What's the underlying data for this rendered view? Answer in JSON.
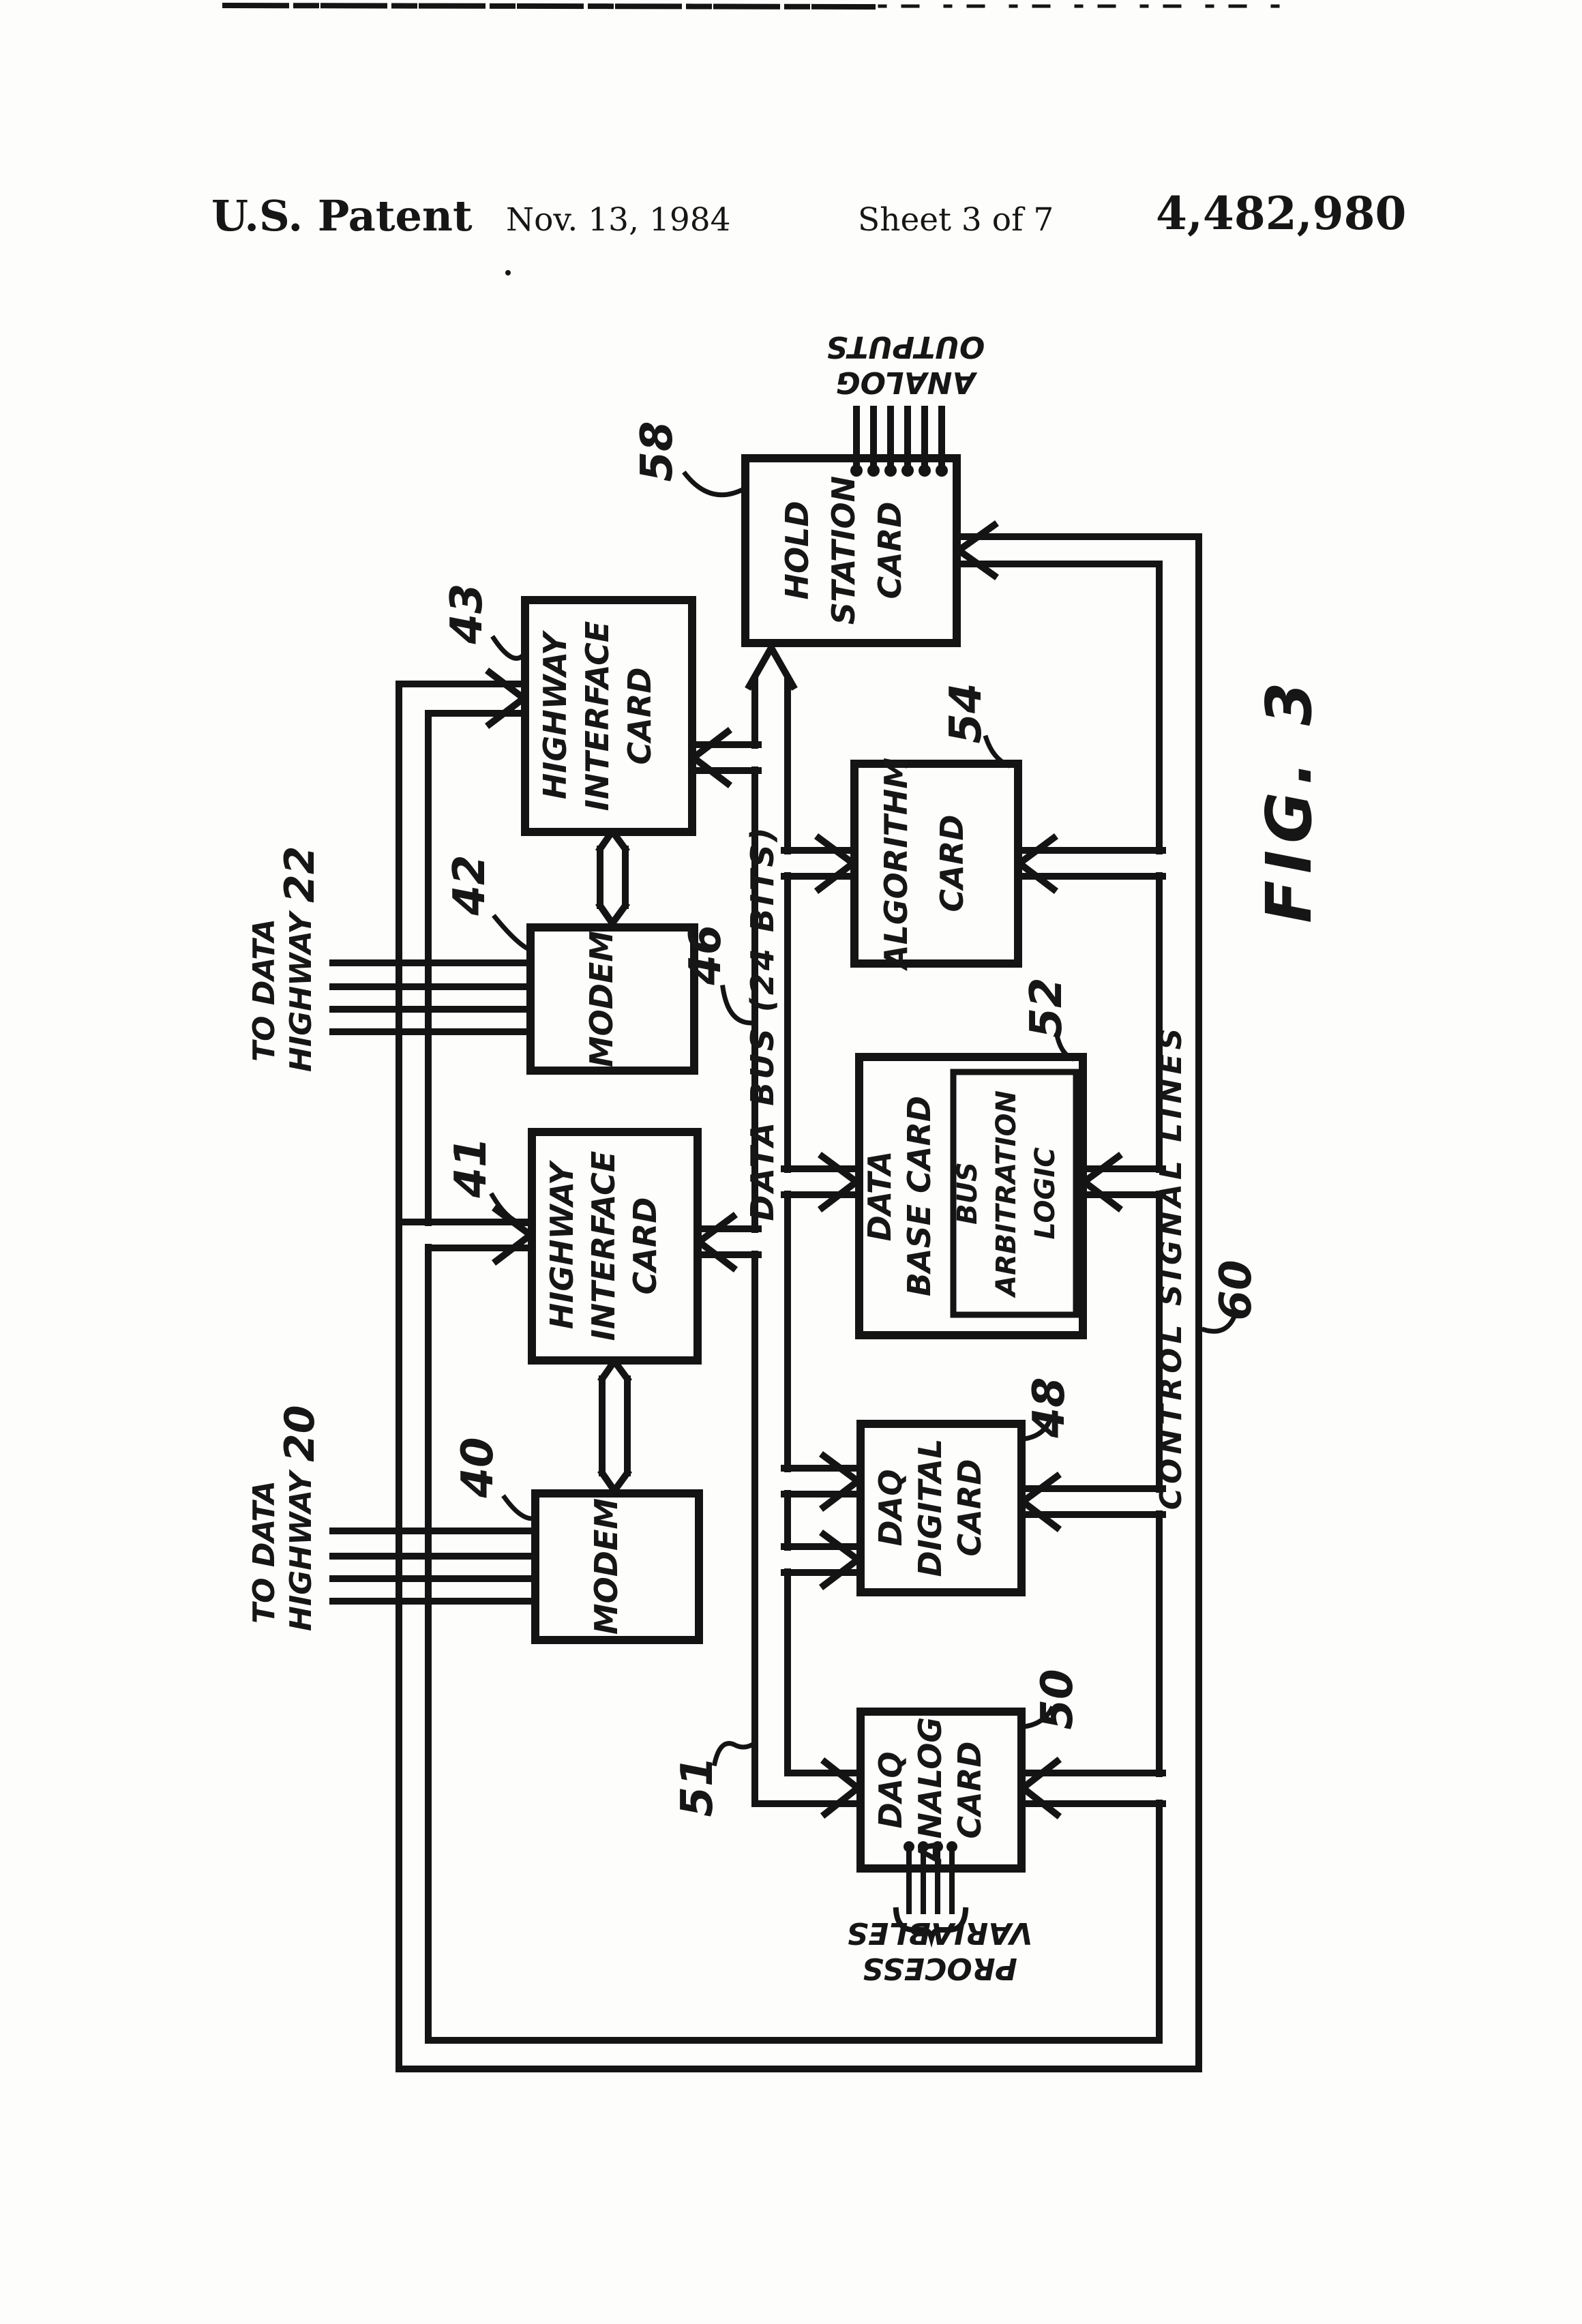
{
  "header": {
    "title": "U.S. Patent",
    "date": "Nov. 13, 1984",
    "sheet": "Sheet 3 of 7",
    "patent_number": "4,482,980"
  },
  "figure": {
    "label": "FIG. 3"
  },
  "buses": {
    "data_bus_label": "DATA BUS (24 BITS)",
    "control_label": "CONTROL SIGNAL LINES"
  },
  "io": {
    "analog_line1": "ANALOG",
    "analog_line2": "OUTPUTS",
    "process_line1": "PROCESS",
    "process_line2": "VARIABLES",
    "hw22_line1": "TO DATA",
    "hw22_line2": "HIGHWAY",
    "hw22_num": "22",
    "hw20_line1": "TO DATA",
    "hw20_line2": "HIGHWAY",
    "hw20_num": "20"
  },
  "refs": {
    "r58": "58",
    "r43": "43",
    "r42": "42",
    "r54": "54",
    "r46": "46",
    "r52": "52",
    "r41": "41",
    "r40": "40",
    "r48": "48",
    "r50": "50",
    "r51": "51",
    "r60": "60"
  },
  "boxes": {
    "hold_station": {
      "l1": "HOLD",
      "l2": "STATION",
      "l3": "CARD"
    },
    "hic_top": {
      "l1": "HIGHWAY",
      "l2": "INTERFACE",
      "l3": "CARD"
    },
    "modem_top": {
      "l1": "MODEM"
    },
    "algorithm": {
      "l1": "ALGORITHM",
      "l2": "CARD"
    },
    "data_base": {
      "l1": "DATA",
      "l2": "BASE CARD"
    },
    "bus_arbitration": {
      "l1": "BUS",
      "l2": "ARBITRATION",
      "l3": "LOGIC"
    },
    "hic_bottom": {
      "l1": "HIGHWAY",
      "l2": "INTERFACE",
      "l3": "CARD"
    },
    "modem_bottom": {
      "l1": "MODEM"
    },
    "daq_digital": {
      "l1": "DAQ",
      "l2": "DIGITAL",
      "l3": "CARD"
    },
    "daq_analog": {
      "l1": "DAQ",
      "l2": "ANALOG",
      "l3": "CARD"
    }
  },
  "colors": {
    "ink": "#141414",
    "paper": "#fdfdfb"
  }
}
